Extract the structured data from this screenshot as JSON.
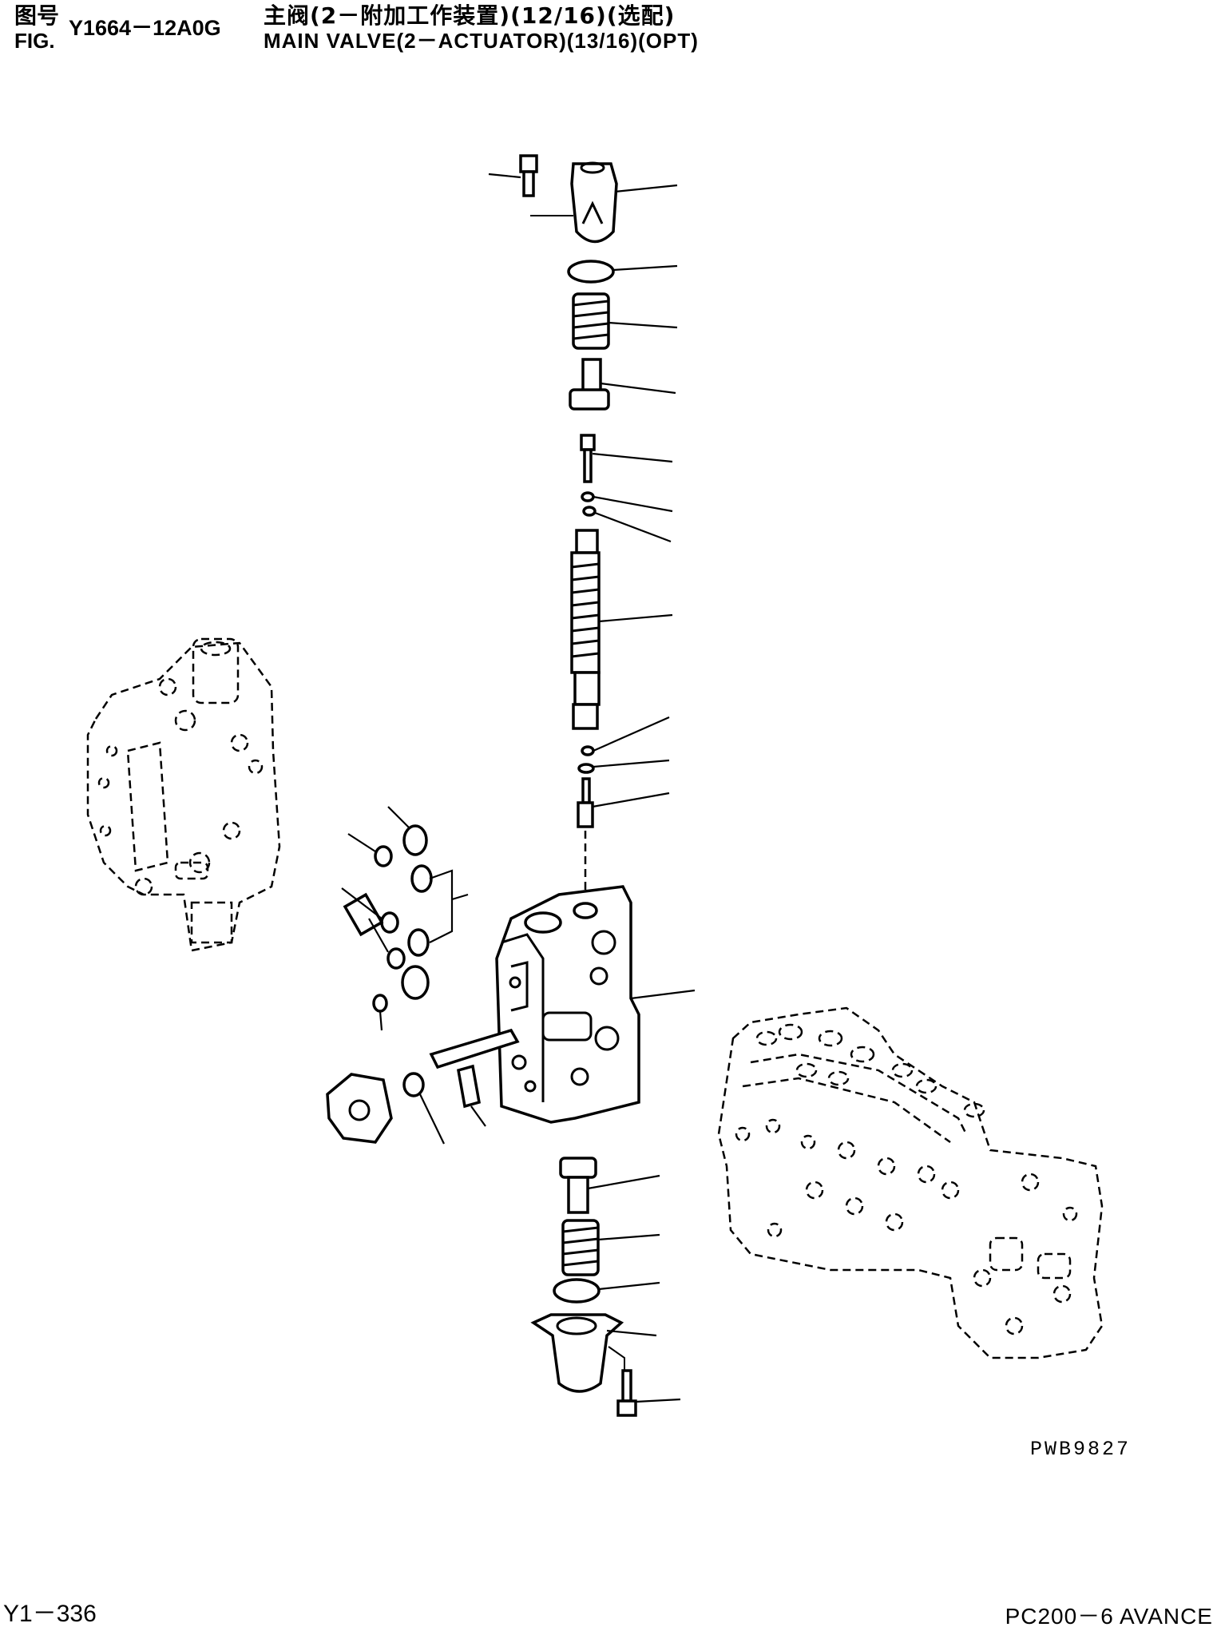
{
  "header": {
    "fig_cn_label": "图号",
    "fig_label": "FIG.",
    "fig_number": "Y1664－12A0G",
    "title_cn": "主阀(2－附加工作装置)(12/16)(选配)",
    "title_en": "MAIN VALVE(2－ACTUATOR)(13/16)(OPT)"
  },
  "drawing_code": "PWB9827",
  "footer": {
    "page_number": "Y1－336",
    "model": "PC200－6 AVANCE"
  }
}
